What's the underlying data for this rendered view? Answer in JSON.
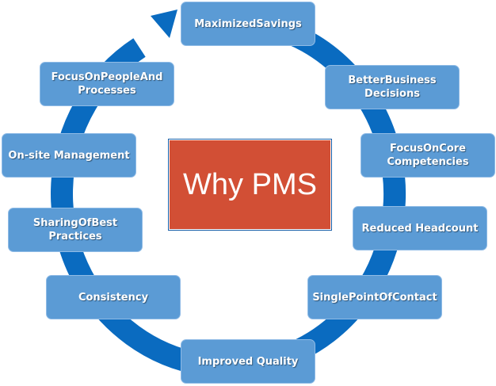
{
  "center_label": "Why PMS",
  "items": [
    {
      "label": "MaximizedSavings"
    },
    {
      "label": "BetterBusiness Decisions"
    },
    {
      "label": "FocusOnCore Competencies"
    },
    {
      "label": "Reduced Headcount"
    },
    {
      "label": "SinglePointOfContact"
    },
    {
      "label": "Improved Quality"
    },
    {
      "label": "Consistency"
    },
    {
      "label": "SharingOfBest Practices"
    },
    {
      "label": "On-site Management"
    },
    {
      "label": "FocusOnPeopleAnd Processes"
    }
  ],
  "colors": {
    "ring": "#0a6bc0",
    "box": "#5b9bd5",
    "center": "#d24f35"
  }
}
